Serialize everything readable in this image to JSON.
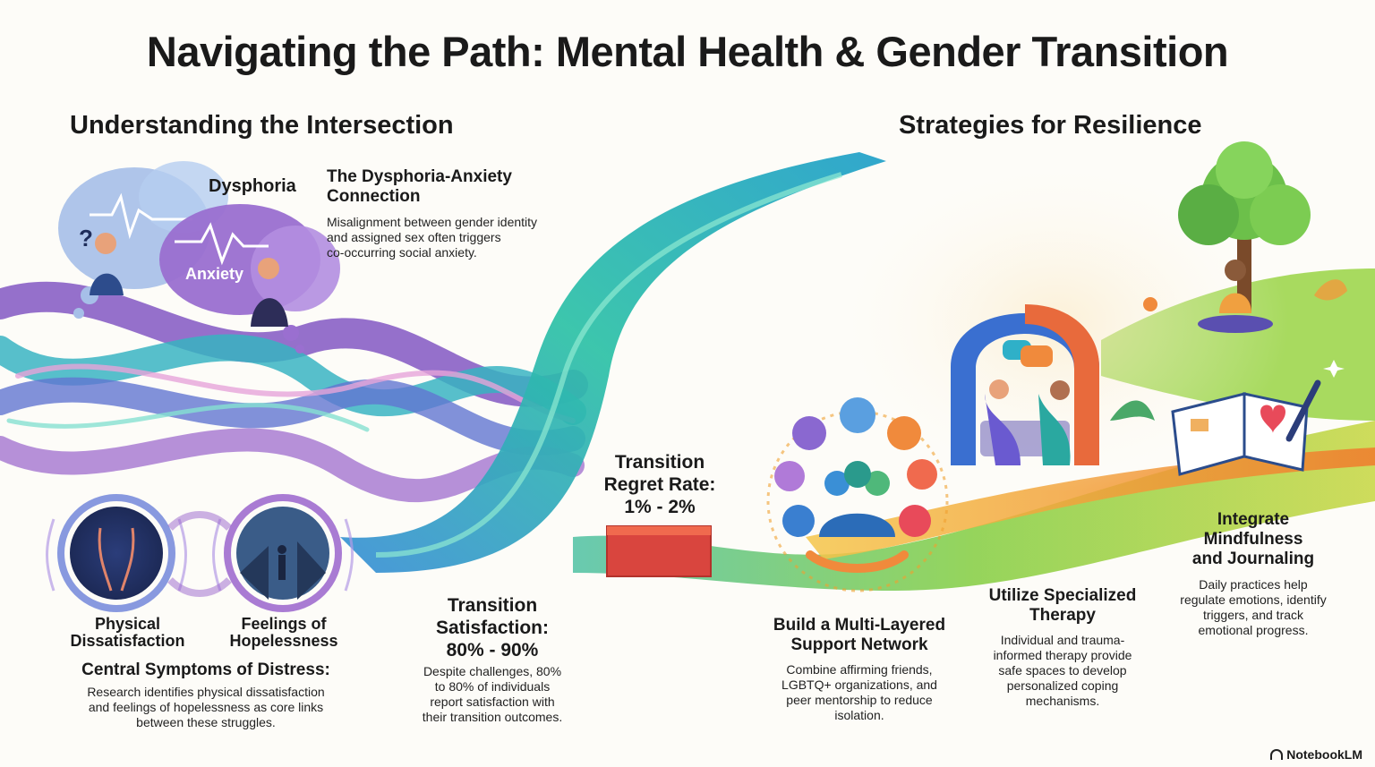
{
  "title": "Navigating the Path: Mental Health & Gender Transition",
  "left": {
    "heading": "Understanding the Intersection",
    "bubble_dysphoria": "Dysphoria",
    "bubble_anxiety": "Anxiety",
    "connection_title_1": "The Dysphoria-Anxiety",
    "connection_title_2": "Connection",
    "connection_body_1": "Misalignment between gender identity",
    "connection_body_2": "and assigned sex often triggers",
    "connection_body_3": "co-occurring social anxiety.",
    "physical_1": "Physical",
    "physical_2": "Dissatisfaction",
    "hopeless_1": "Feelings of",
    "hopeless_2": "Hopelessness",
    "central_title": "Central Symptoms of Distress:",
    "central_body_1": "Research identifies physical dissatisfaction",
    "central_body_2": "and feelings of hopelessness as core links",
    "central_body_3": "between these struggles."
  },
  "center": {
    "regret_1": "Transition",
    "regret_2": "Regret Rate:",
    "regret_3": "1% - 2%",
    "satisfaction_1": "Transition",
    "satisfaction_2": "Satisfaction:",
    "satisfaction_3": "80% - 90%",
    "satisfaction_body_1": "Despite challenges, 80%",
    "satisfaction_body_2": "to 80% of individuals",
    "satisfaction_body_3": "report satisfaction with",
    "satisfaction_body_4": "their transition outcomes."
  },
  "right": {
    "heading": "Strategies for Resilience",
    "network_title_1": "Build a Multi-Layered",
    "network_title_2": "Support Network",
    "network_body_1": "Combine affirming friends,",
    "network_body_2": "LGBTQ+ organizations, and",
    "network_body_3": "peer mentorship to reduce",
    "network_body_4": "isolation.",
    "therapy_title_1": "Utilize Specialized",
    "therapy_title_2": "Therapy",
    "therapy_body_1": "Individual and trauma-",
    "therapy_body_2": "informed therapy provide",
    "therapy_body_3": "safe spaces to develop",
    "therapy_body_4": "personalized coping",
    "therapy_body_5": "mechanisms.",
    "mind_title_1": "Integrate",
    "mind_title_2": "Mindfulness",
    "mind_title_3": "and Journaling",
    "mind_body_1": "Daily practices help",
    "mind_body_2": "regulate emotions, identify",
    "mind_body_3": "triggers, and track",
    "mind_body_4": "emotional progress."
  },
  "brand": "NotebookLM",
  "colors": {
    "teal": "#2bb7b0",
    "purple": "#8b5fc7",
    "green": "#6cc24a",
    "orange": "#f08a3c",
    "red": "#d9453e"
  },
  "icons": [
    "question-mark-icon",
    "heartbeat-icon",
    "thought-bubble-icon",
    "heart-icon",
    "person-icon",
    "chat-bubble-icon",
    "tree-icon",
    "journal-icon",
    "pen-icon",
    "brand-icon"
  ]
}
